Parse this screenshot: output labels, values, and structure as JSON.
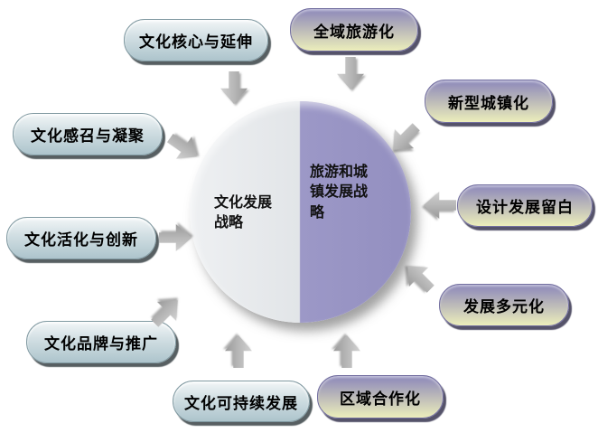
{
  "diagram": {
    "center_circle": {
      "left_half_label": "文化发展战略",
      "right_half_label": "旅游和城镇发展战略",
      "left_half_color": "#e9ecee",
      "right_half_color": "#9c98c7"
    },
    "culture_branch": {
      "theme_color": "#bfd2d9",
      "items": [
        "文化核心与延伸",
        "文化感召与凝聚",
        "文化活化与创新",
        "文化品牌与推广",
        "文化可持续发展"
      ]
    },
    "tourism_branch": {
      "theme_color": "#8c88ba",
      "items": [
        "全域旅游化",
        "新型城镇化",
        "设计发展留白",
        "发展多元化",
        "区域合作化"
      ]
    },
    "colors": {
      "pill_left_top": "#f2f6f7",
      "pill_left_bottom": "#adc4cc",
      "pill_right_top": "#8c88ba",
      "pill_right_bottom": "#eceebb",
      "arrow_gray": "#b4b4b4",
      "shadow_gray": "#575f62",
      "background": "#ffffff"
    }
  }
}
